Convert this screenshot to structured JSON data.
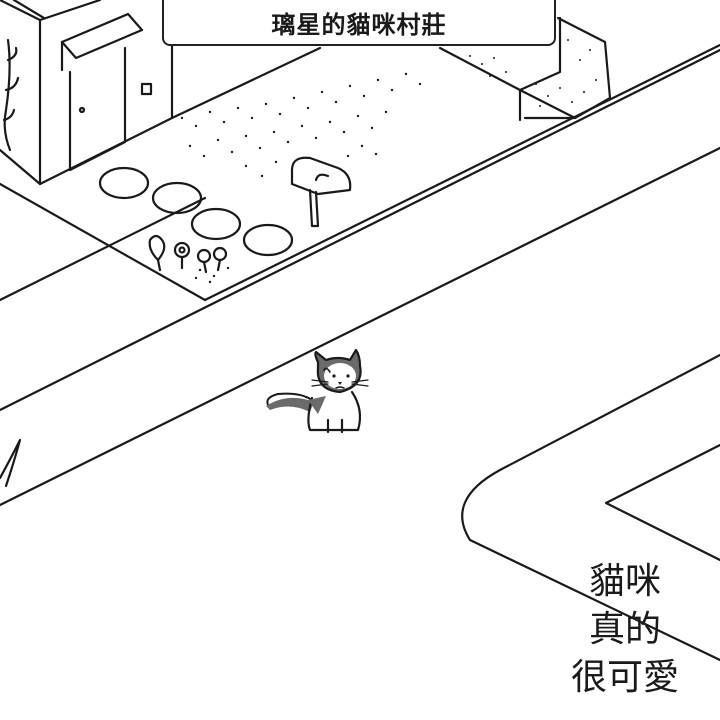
{
  "title": "璃星的貓咪村莊",
  "caption": {
    "line1": "貓咪",
    "line2": "真的",
    "line3": "很可愛"
  },
  "colors": {
    "ink": "#1a1a1a",
    "background": "#ffffff",
    "cat_patch": "#6b6b6b"
  },
  "icons": {
    "cat": "cat-icon",
    "mailbox": "mailbox-icon",
    "house": "house-icon",
    "flowers": "flower-icon"
  }
}
